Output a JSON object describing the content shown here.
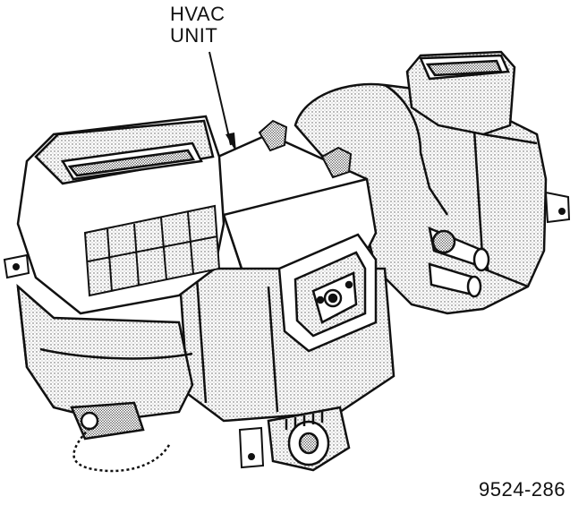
{
  "callout": {
    "line1": "HVAC",
    "line2": "UNIT"
  },
  "figure_id": "9524-286",
  "colors": {
    "ink": "#111111",
    "shade": "#9a9a9a",
    "paper": "#ffffff"
  }
}
